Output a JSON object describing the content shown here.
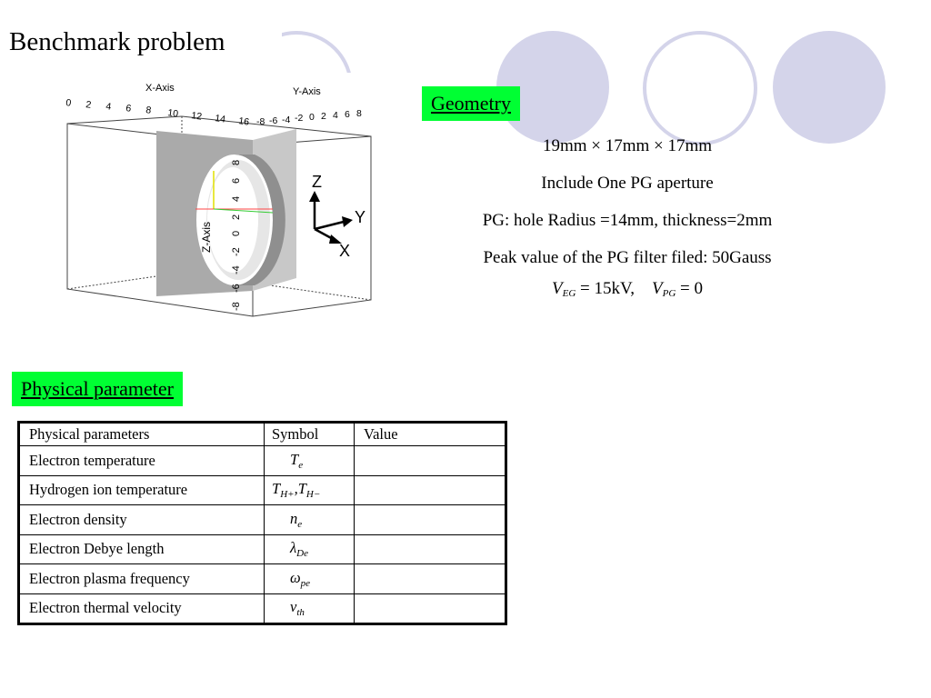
{
  "title": "Benchmark problem",
  "geometry": {
    "label": "Geometry",
    "dimensions": "19mm × 17mm × 17mm",
    "aperture": "Include One PG aperture",
    "hole": "PG: hole Radius =14mm, thickness=2mm",
    "peak": "Peak value of the PG filter filed: 50Gauss",
    "voltage": {
      "v1_symbol": "V",
      "v1_sub": "EG",
      "v1_value": "= 15kV,",
      "v2_symbol": "V",
      "v2_sub": "PG",
      "v2_value": "= 0"
    }
  },
  "figure": {
    "x_axis_label": "X-Axis",
    "y_axis_label": "Y-Axis",
    "z_axis_label": "Z-Axis",
    "x_ticks": [
      "0",
      "2",
      "4",
      "6",
      "8",
      "10",
      "12",
      "14",
      "16"
    ],
    "y_ticks": [
      "-8",
      "-6",
      "-4",
      "-2",
      "0",
      "2",
      "4",
      "6",
      "8"
    ],
    "z_ticks": [
      "-8",
      "-6",
      "-4",
      "-2",
      "0",
      "2",
      "4",
      "6",
      "8"
    ],
    "triad": {
      "z": "Z",
      "y": "Y",
      "x": "X"
    }
  },
  "physical": {
    "label": "Physical parameter",
    "headers": [
      "Physical parameters",
      "Symbol",
      "Value"
    ],
    "rows": [
      {
        "name": "Electron temperature",
        "sym": "T",
        "sub": "e",
        "value": ""
      },
      {
        "name": "Hydrogen ion temperature",
        "sym": "T",
        "sub": "H+",
        "sym2": ",T",
        "sub2": "H−",
        "value": ""
      },
      {
        "name": "Electron density",
        "sym": "n",
        "sub": "e",
        "value": ""
      },
      {
        "name": "Electron Debye length",
        "sym": "λ",
        "sub": "De",
        "value": ""
      },
      {
        "name": "Electron plasma frequency",
        "sym": "ω",
        "sub": "pe",
        "value": ""
      },
      {
        "name": "Electron thermal velocity",
        "sym": "v",
        "sub": "th",
        "value": ""
      }
    ]
  },
  "colors": {
    "accent_circle": "#d4d4ea",
    "label_green": "#00ff33"
  }
}
